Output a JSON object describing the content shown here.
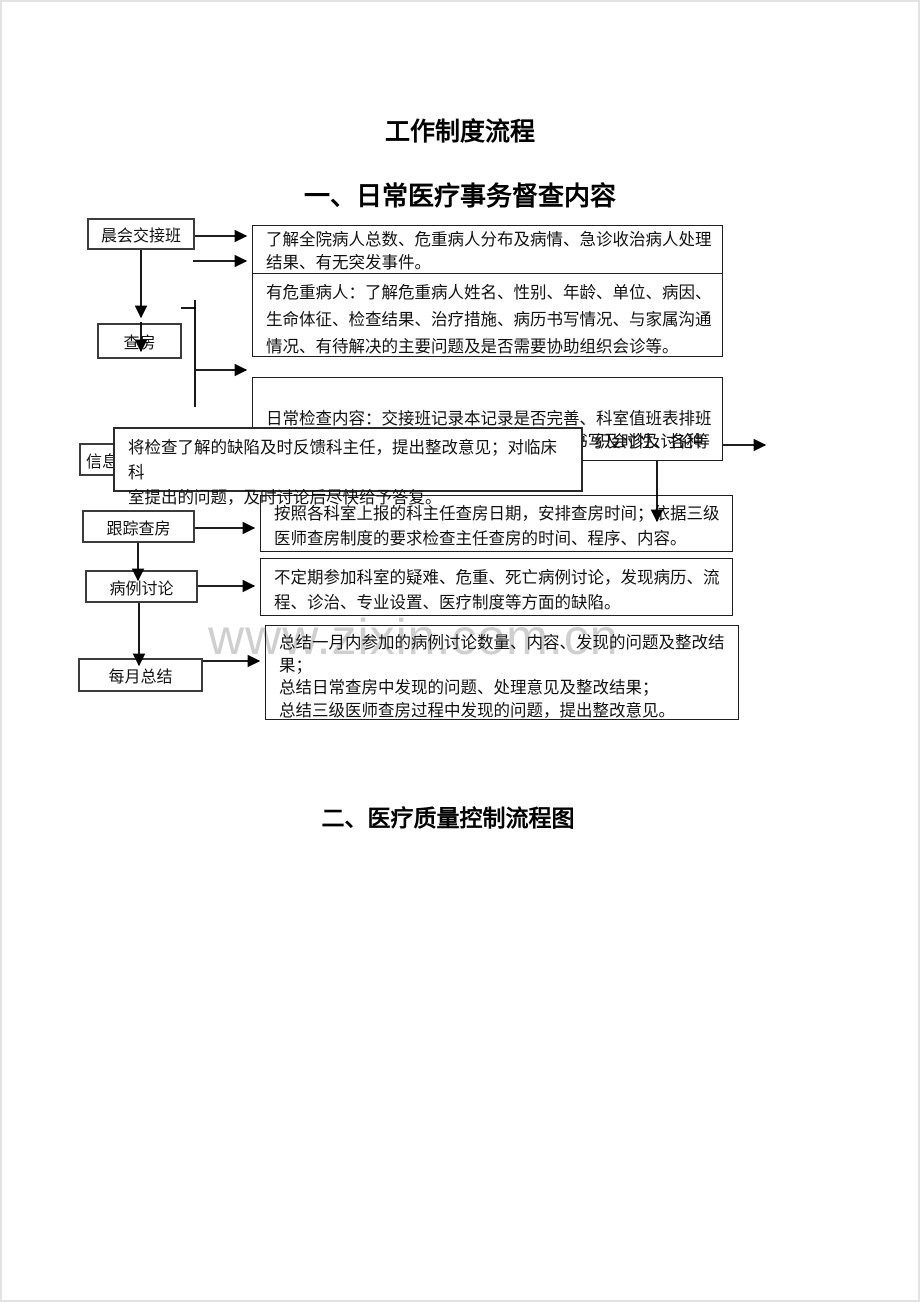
{
  "page": {
    "title": "工作制度流程",
    "sections": [
      {
        "heading": "一、日常医疗事务督查内容"
      },
      {
        "heading": "二、医疗质量控制流程图"
      }
    ],
    "watermark": "www.zixin.com.cn"
  },
  "flow": {
    "nodes": {
      "morning_handover": "晨会交接班",
      "ward_round": "查房",
      "information": "信息",
      "follow_up_round": "跟踪查房",
      "case_discussion": "病例讨论",
      "monthly_summary": "每月总结"
    },
    "details": {
      "morning_overview": "了解全院病人总数、危重病人分布及病情、急诊收治病人处理\n结果、有无突发事件。",
      "critical_patients": "有危重病人：了解危重病人姓名、性别、年龄、单位、病因、\n生命体征、检查结果、治疗措施、病历书写情况、与家属沟通\n情况、有待解决的主要问题及是否需要协助组织会诊等。",
      "daily_check": "日常检查内容：交接班记录本记录是否完善、科室值班表排班\n是否合理（坚决杜绝无照医师值班）、病例书写及时性、各种",
      "daily_check_tail": "织会诊及讨论等",
      "director_rounds": "按照各科室上报的科主任查房日期，安排查房时间；依据三级\n医师查房制度的要求检查主任查房的时间、程序、内容。",
      "case_discussion": "不定期参加科室的疑难、危重、死亡病例讨论，发现病历、流\n程、诊治、专业设置、医疗制度等方面的缺陷。",
      "monthly_summary": "总结一月内参加的病例讨论数量、内容、发现的问题及整改结\n果；\n总结日常查房中发现的问题、处理意见及整改结果；\n总结三级医师查房过程中发现的问题，提出整改意见。",
      "feedback_callout": "将检查了解的缺陷及时反馈科主任，提出整改意见；对临床科\n室提出的问题，及时讨论后尽快给予答复。"
    }
  }
}
